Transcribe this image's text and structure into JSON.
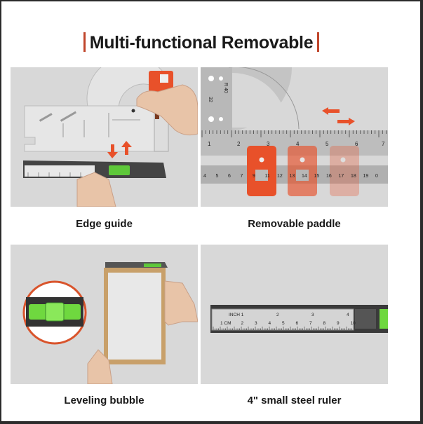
{
  "header": {
    "title": "Multi-functional Removable",
    "accent_color": "#c0452b"
  },
  "panels": [
    {
      "caption": "Edge guide",
      "image": "edge-guide-photo"
    },
    {
      "caption": "Removable paddle",
      "image": "removable-paddle-photo",
      "ruler_top_labels": [
        "1",
        "2",
        "3",
        "4",
        "5",
        "6",
        "7"
      ],
      "ruler_bottom_labels": [
        "4",
        "5",
        "6",
        "7",
        "9",
        "11",
        "12",
        "13",
        "14",
        "15",
        "16",
        "17",
        "18",
        "19",
        "0"
      ],
      "protractor_labels": [
        "R 40",
        "32"
      ]
    },
    {
      "caption": "Leveling bubble",
      "image": "leveling-bubble-photo"
    },
    {
      "caption": "4\" small steel ruler",
      "image": "steel-ruler-photo",
      "inch_labels": [
        "INCH 1",
        "2",
        "3",
        "4"
      ],
      "cm_labels": [
        "1 CM",
        "2",
        "3",
        "4",
        "5",
        "6",
        "7",
        "8",
        "9",
        "10"
      ]
    }
  ],
  "colors": {
    "paddle": "#e8512a",
    "bubble": "#5ec83a",
    "panel_bg": "#d8d8d8",
    "frame": "#c8a06a"
  }
}
